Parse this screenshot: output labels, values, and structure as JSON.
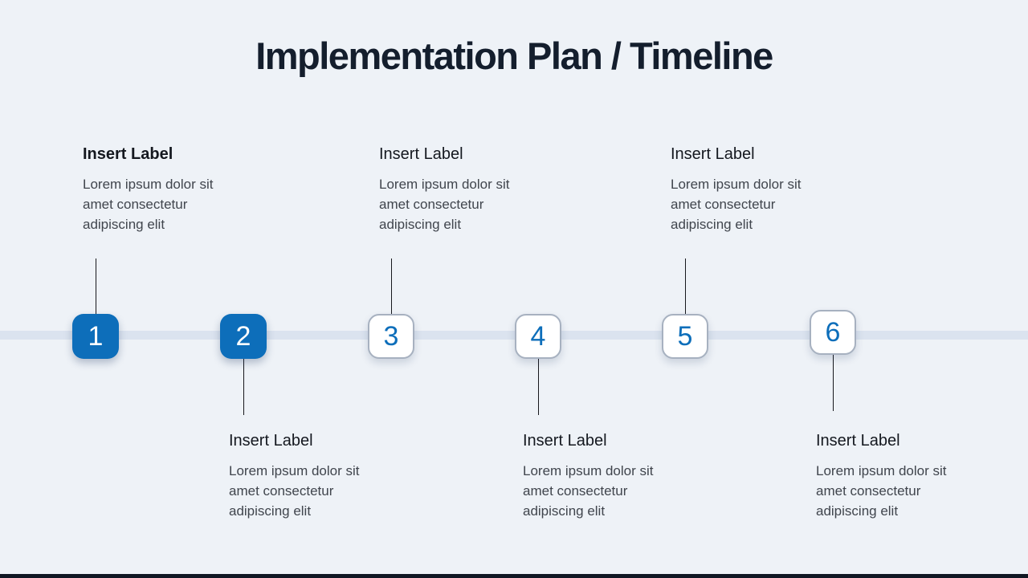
{
  "slide": {
    "title": "Implementation Plan / Timeline"
  },
  "colors": {
    "background": "#eef2f7",
    "timeline_band": "#dbe3ef",
    "accent_blue": "#0d6eba",
    "marker_border_gray": "#a7b1c0",
    "connector_black": "#17181d",
    "title_navy": "#141e2d",
    "body_gray": "#40454d",
    "footer_bar_dark": "#101723"
  },
  "timeline": {
    "items": [
      {
        "number": "1",
        "label": "Insert Label",
        "description": "Lorem ipsum dolor sit amet consectetur adipiscing elit",
        "label_position": "above",
        "marker_style": "filled"
      },
      {
        "number": "2",
        "label": "Insert Label",
        "description": "Lorem ipsum dolor sit amet consectetur adipiscing elit",
        "label_position": "below",
        "marker_style": "filled"
      },
      {
        "number": "3",
        "label": "Insert Label",
        "description": "Lorem ipsum dolor sit amet consectetur adipiscing elit",
        "label_position": "above",
        "marker_style": "outline"
      },
      {
        "number": "4",
        "label": "Insert Label",
        "description": "Lorem ipsum dolor sit amet consectetur adipiscing elit",
        "label_position": "below",
        "marker_style": "outline"
      },
      {
        "number": "5",
        "label": "Insert Label",
        "description": "Lorem ipsum dolor sit amet consectetur adipiscing elit",
        "label_position": "above",
        "marker_style": "outline"
      },
      {
        "number": "6",
        "label": "Insert Label",
        "description": "Lorem ipsum dolor sit amet consectetur adipiscing elit",
        "label_position": "below",
        "marker_style": "outline"
      }
    ]
  }
}
